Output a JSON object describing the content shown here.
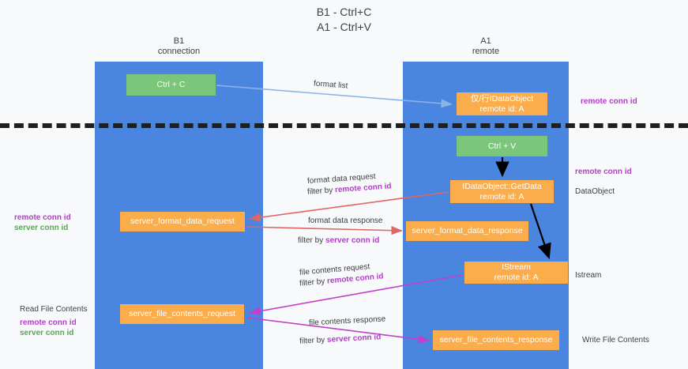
{
  "title": {
    "line1": "B1 - Ctrl+C",
    "line2": "A1 - Ctrl+V"
  },
  "lanes": [
    {
      "id": "b1",
      "name": "B1",
      "role": "connection",
      "color": "#4a86e0"
    },
    {
      "id": "a1",
      "name": "A1",
      "role": "remote",
      "color": "#4a86e0"
    }
  ],
  "colors": {
    "lane": "#4a86e0",
    "action": "#7bc67b",
    "message": "#fbad4b",
    "remote_conn_id": "#b23ec8",
    "server_conn_id": "#5aa55a",
    "divider": "#1f1f1f",
    "arrow_format_list": "#8ab4e8",
    "arrow_format_data": "#e06666",
    "arrow_file_contents": "#c040c8",
    "arrow_local": "#000000"
  },
  "nodes": {
    "ctrl_c": {
      "label": "Ctrl + C",
      "type": "action"
    },
    "dataobject_remote": {
      "line1": "仅/行IDataObject",
      "line2": "remote id: A",
      "type": "message"
    },
    "ctrl_v": {
      "label": "Ctrl + V",
      "type": "action"
    },
    "getdata": {
      "line1": "IDataObject::GetData",
      "line2": "remote id: A",
      "type": "message"
    },
    "server_format_data_request": {
      "label": "server_format_data_request",
      "type": "message"
    },
    "server_format_data_response": {
      "label": "server_format_data_response",
      "type": "message"
    },
    "istream": {
      "line1": "IStream",
      "line2": "remote id: A",
      "type": "message"
    },
    "server_file_contents_request": {
      "label": "server_file_contents_request",
      "type": "message"
    },
    "server_file_contents_response": {
      "label": "server_file_contents_response",
      "type": "message"
    }
  },
  "edge_labels": {
    "format_list": "format list",
    "format_data_request": "format data request",
    "format_data_request_filter_prefix": "filter by ",
    "format_data_request_filter_key": "remote conn id",
    "format_data_response": "format data response",
    "format_data_response_filter_prefix": "filter by ",
    "format_data_response_filter_key": "server conn id",
    "file_contents_request": "file contents request",
    "file_contents_request_filter_prefix": "filter by ",
    "file_contents_request_filter_key": "remote conn id",
    "file_contents_response": "file contents response",
    "file_contents_response_filter_prefix": "filter by ",
    "file_contents_response_filter_key": "server conn id"
  },
  "right_margin": {
    "remote_conn_id_top": "remote conn id",
    "remote_conn_id_mid": "remote conn id",
    "dataobject": "DataObject",
    "istream": "Istream",
    "write_file_contents": "Write File Contents"
  },
  "left_margin": {
    "remote_conn_id": "remote conn id",
    "server_conn_id": "server conn id",
    "read_file_contents": "Read File Contents",
    "remote_conn_id_2": "remote conn id",
    "server_conn_id_2": "server conn id"
  }
}
